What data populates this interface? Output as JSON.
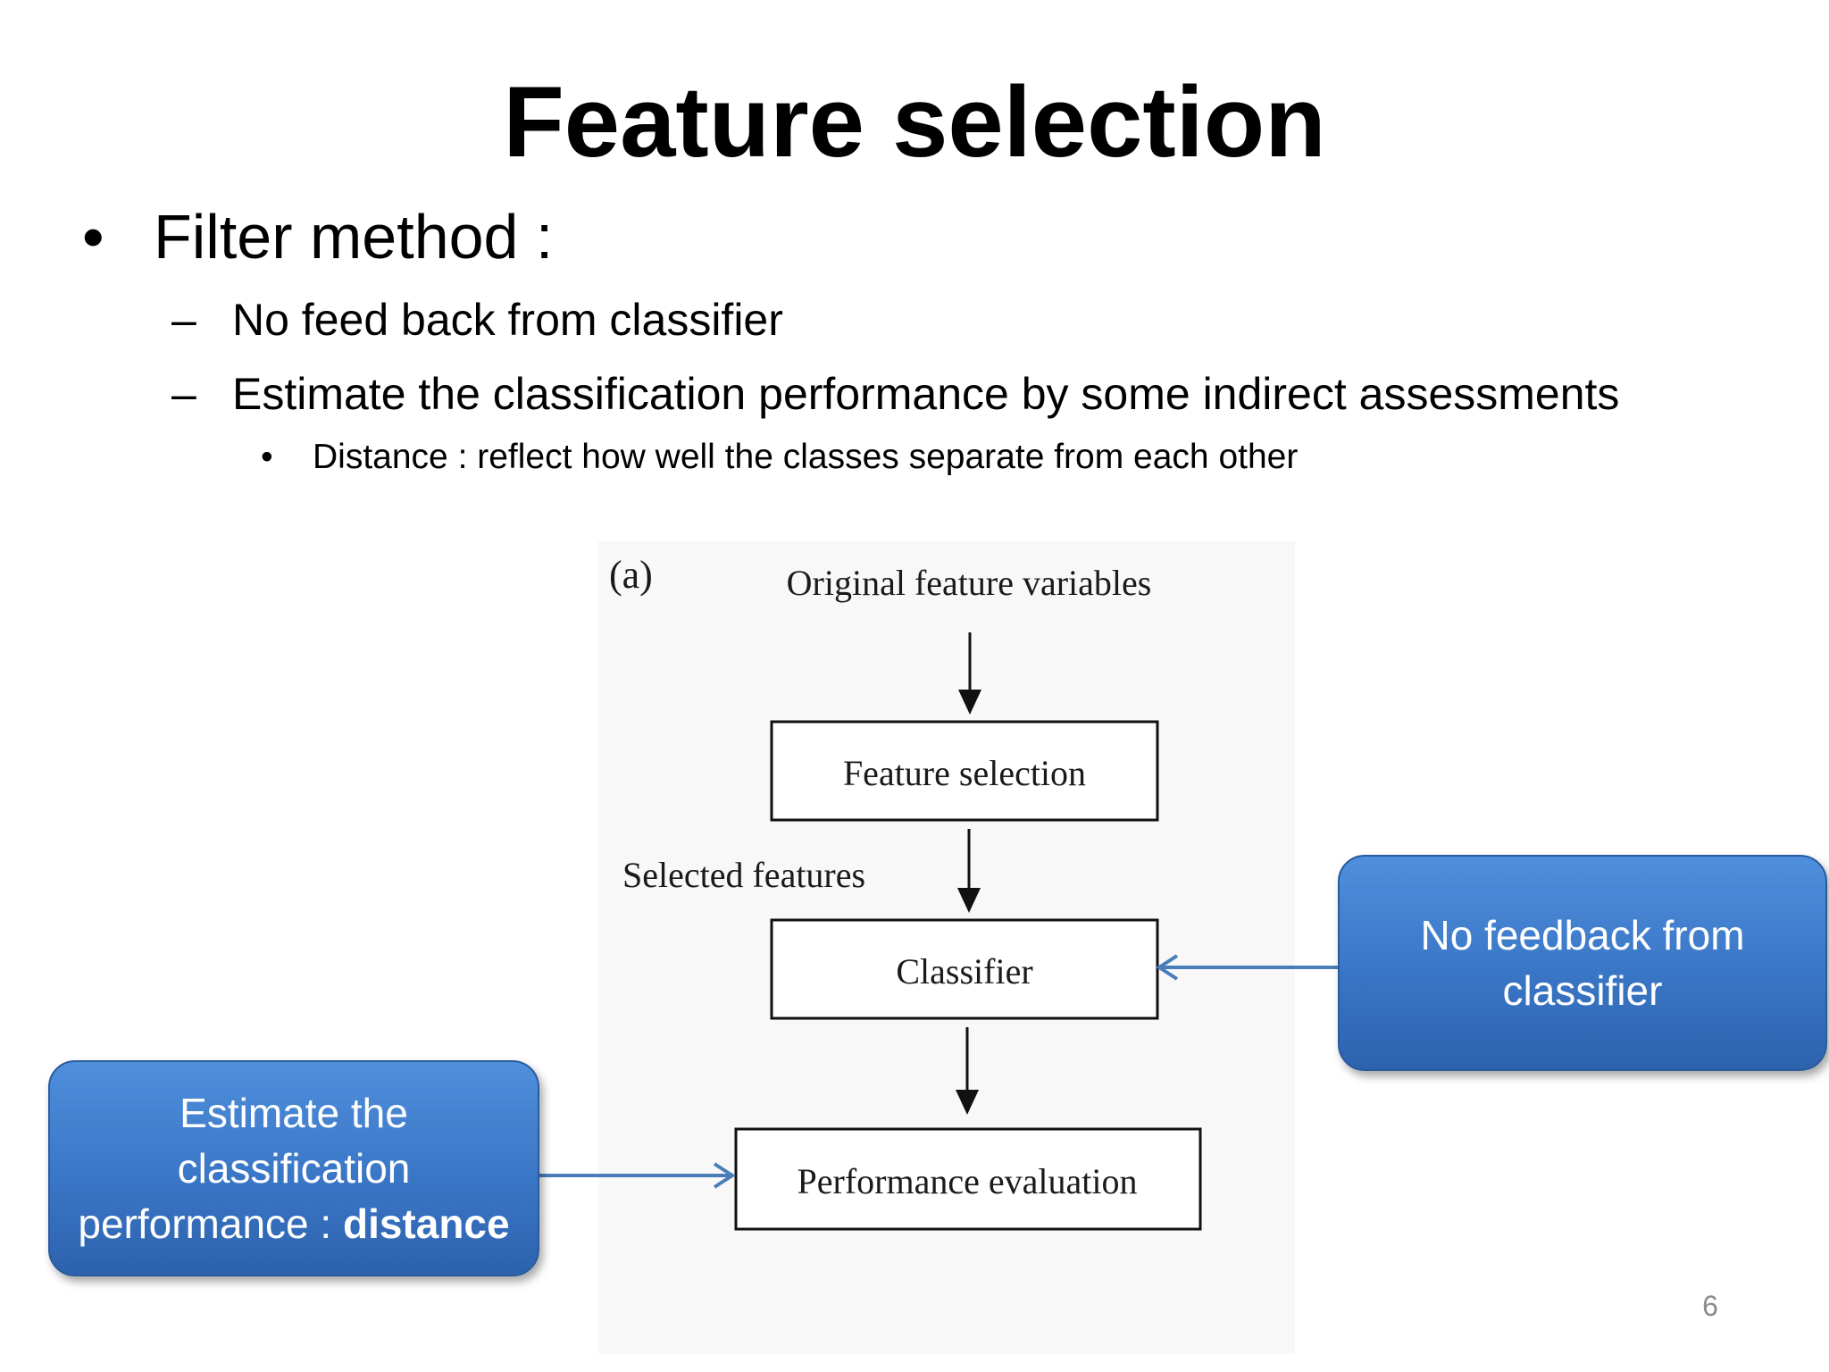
{
  "slide": {
    "title": "Feature selection",
    "bullets": {
      "level1": {
        "marker": "•",
        "text": "Filter method :"
      },
      "level2": [
        {
          "marker": "–",
          "text": "No feed back from classifier"
        },
        {
          "marker": "–",
          "text": "Estimate the classification performance by some indirect assessments"
        }
      ],
      "level3": {
        "marker": "•",
        "text": "Distance : reflect how well the classes separate from each other"
      }
    },
    "page_number": "6"
  },
  "diagram": {
    "panel_label": "(a)",
    "input_label": "Original feature variables",
    "boxes": {
      "feature_selection": "Feature selection",
      "classifier": "Classifier",
      "performance_evaluation": "Performance evaluation"
    },
    "edge_label": "Selected features"
  },
  "callouts": {
    "right": {
      "line1": "No feedback from",
      "line2": "classifier"
    },
    "left": {
      "line1": "Estimate the",
      "line2": "classification",
      "line3_prefix": "performance : ",
      "line3_bold": "distance"
    }
  },
  "colors": {
    "callout_fill": "#3a76c6",
    "arrow_blue": "#4a7ebb",
    "page_number": "#8a8a8a"
  }
}
